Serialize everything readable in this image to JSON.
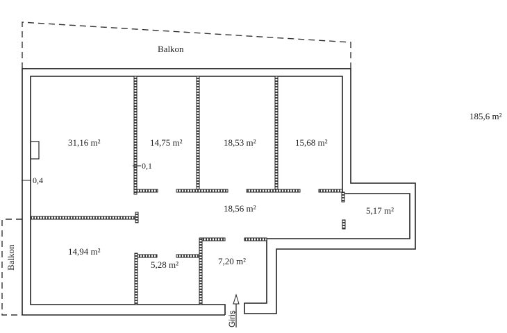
{
  "balcony_top": "Balkon",
  "balcony_left": "Balkon",
  "total_area": "185,6 m²",
  "entrance": "Giriş",
  "dimensions": {
    "outer_wall": "0,4",
    "partition": "0,1"
  },
  "rooms": [
    {
      "name": "room-1",
      "area": "31,16 m²"
    },
    {
      "name": "room-2",
      "area": "14,75 m²"
    },
    {
      "name": "room-3",
      "area": "18,53 m²"
    },
    {
      "name": "room-4",
      "area": "15,68 m²"
    },
    {
      "name": "hall",
      "area": "18,56 m²"
    },
    {
      "name": "room-5",
      "area": "5,17 m²"
    },
    {
      "name": "room-6",
      "area": "14,94 m²"
    },
    {
      "name": "room-7",
      "area": "5,28 m²"
    },
    {
      "name": "entry",
      "area": "7,20 m²"
    }
  ]
}
